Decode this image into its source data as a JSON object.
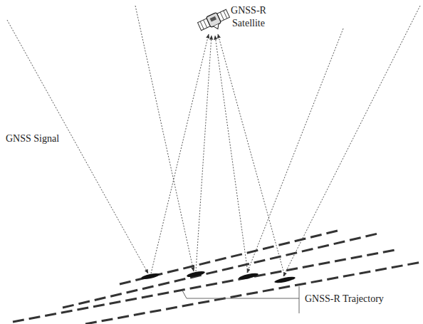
{
  "diagram": {
    "labels": [
      "GNSS-R Satellite",
      "GNSS Signal",
      "GNSS-R Trajectory"
    ]
  }
}
